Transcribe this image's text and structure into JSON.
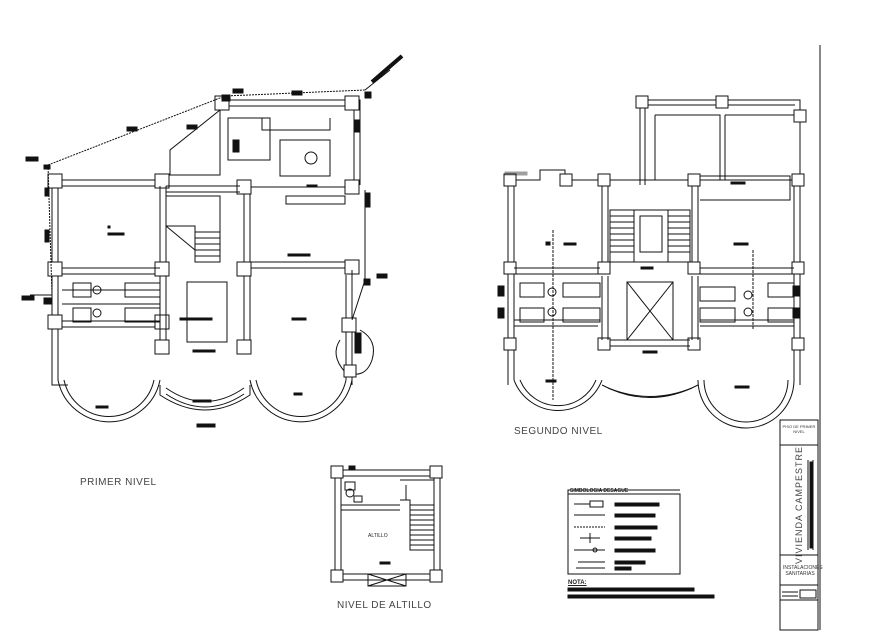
{
  "labels": {
    "primer_nivel": "PRIMER NIVEL",
    "segundo_nivel": "SEGUNDO NIVEL",
    "nivel_altillo": "NIVEL DE ALTILLO"
  },
  "rooms": {
    "altillo_room": "ALTILLO"
  },
  "legend": {
    "title": "SIMBOLOGIA DESAGUE",
    "nota": "NOTA:"
  },
  "title_block": {
    "project": "VIVIENDA CAMPESTRE",
    "sheet": "INSTALACIONES SANITARIAS",
    "top_note": "PISO DE PRIMER NIVEL"
  },
  "colors": {
    "line": "#111111",
    "wall_fill": "#ffffff",
    "label_gray": "#555555"
  }
}
